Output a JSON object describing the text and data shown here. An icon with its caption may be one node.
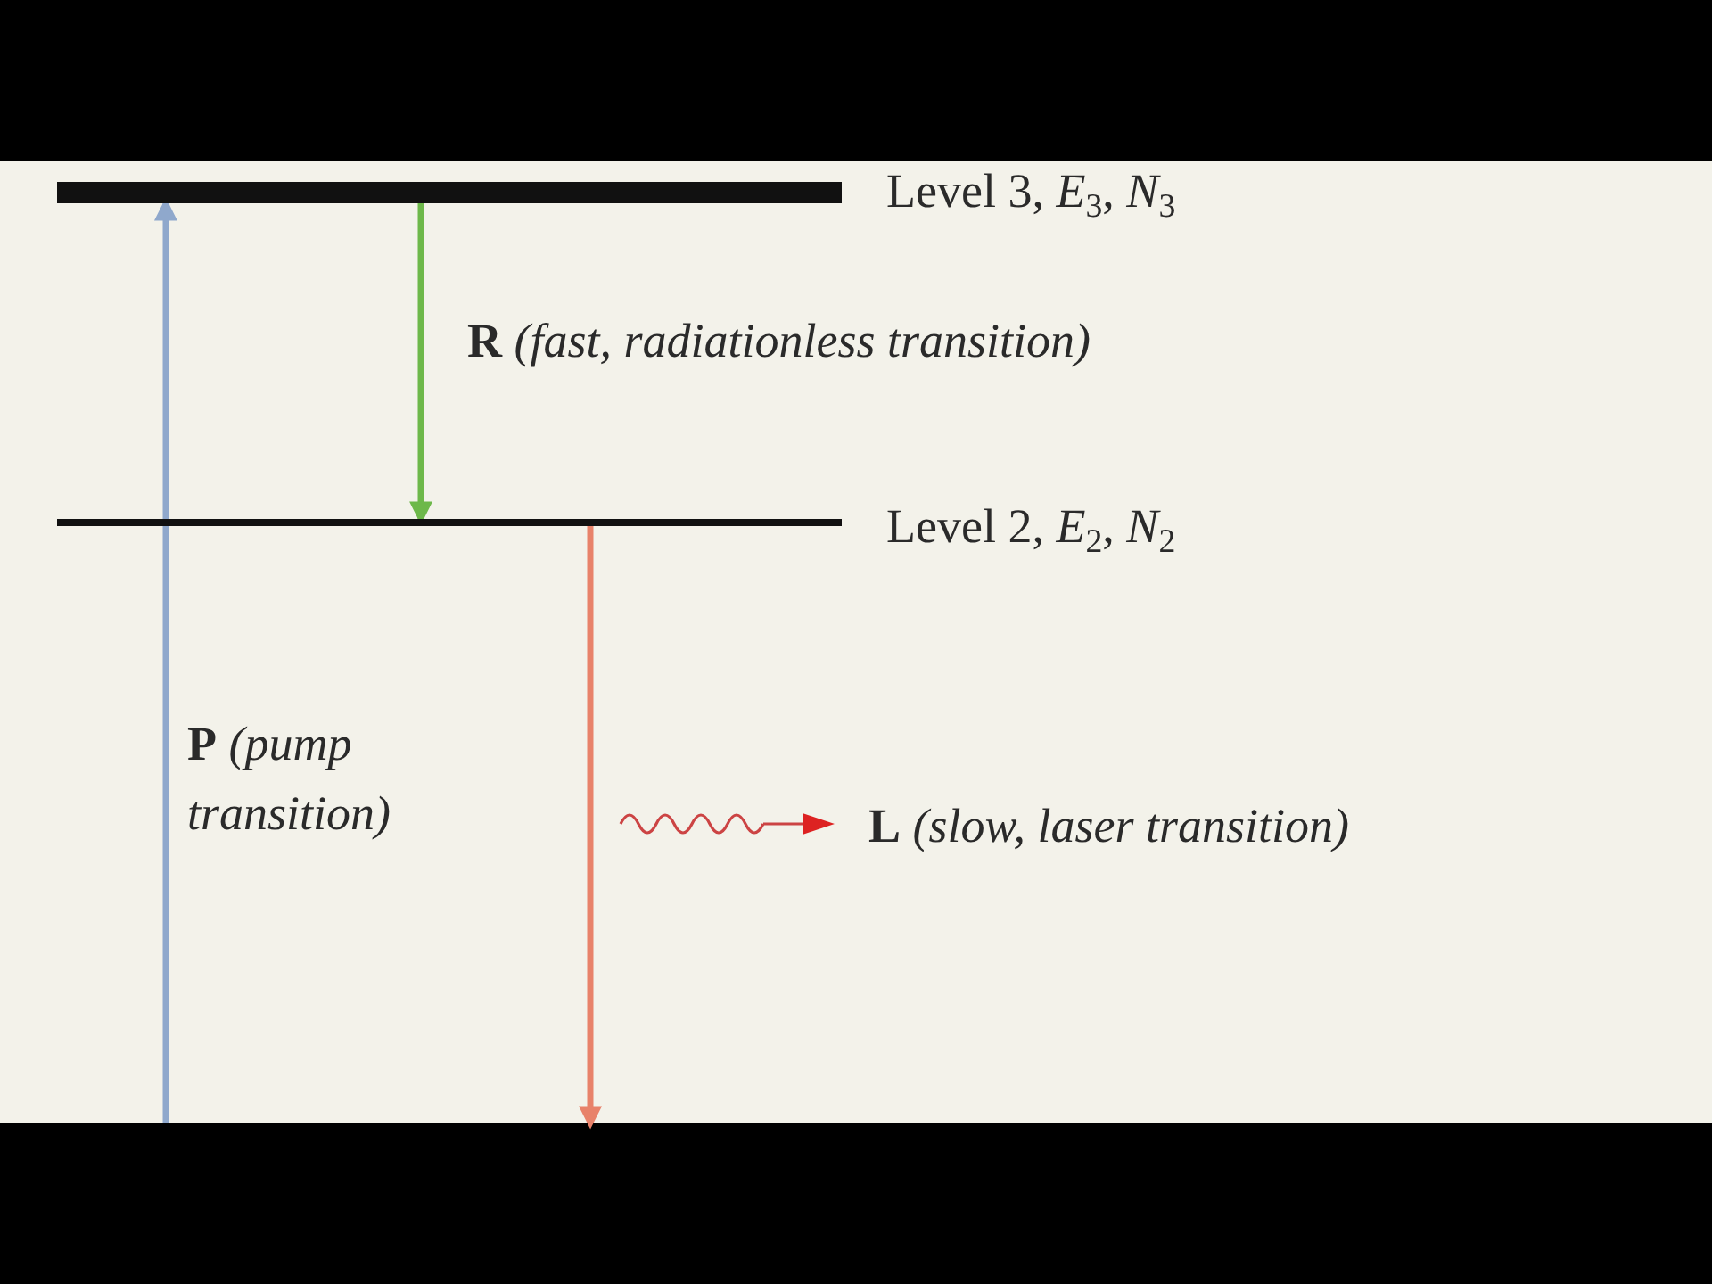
{
  "diagram": {
    "nodes": [
      {
        "text": [],
        "shape": "bar",
        "beside": [
          "Level 3, *E*$_{3}$, *N*$_{3}$"
        ]
      },
      {
        "text": [],
        "shape": "bar",
        "beside": [
          "Level 2, *E*$_{2}$, *N*$_{2}$"
        ]
      }
    ],
    "edges": [
      {
        "from": null,
        "to": 0,
        "arrow": "to",
        "color": "#8fa8cc",
        "label": "**P** *(pump transition)*"
      },
      {
        "from": 0,
        "to": 1,
        "arrow": "to",
        "color": "#6db84a",
        "label": "**R** *(fast, radiationless transition)*"
      },
      {
        "from": 1,
        "to": null,
        "arrow": "to",
        "color": "#e8826a"
      }
    ],
    "labels": [
      "**L** *(slow, laser transition)*"
    ]
  }
}
